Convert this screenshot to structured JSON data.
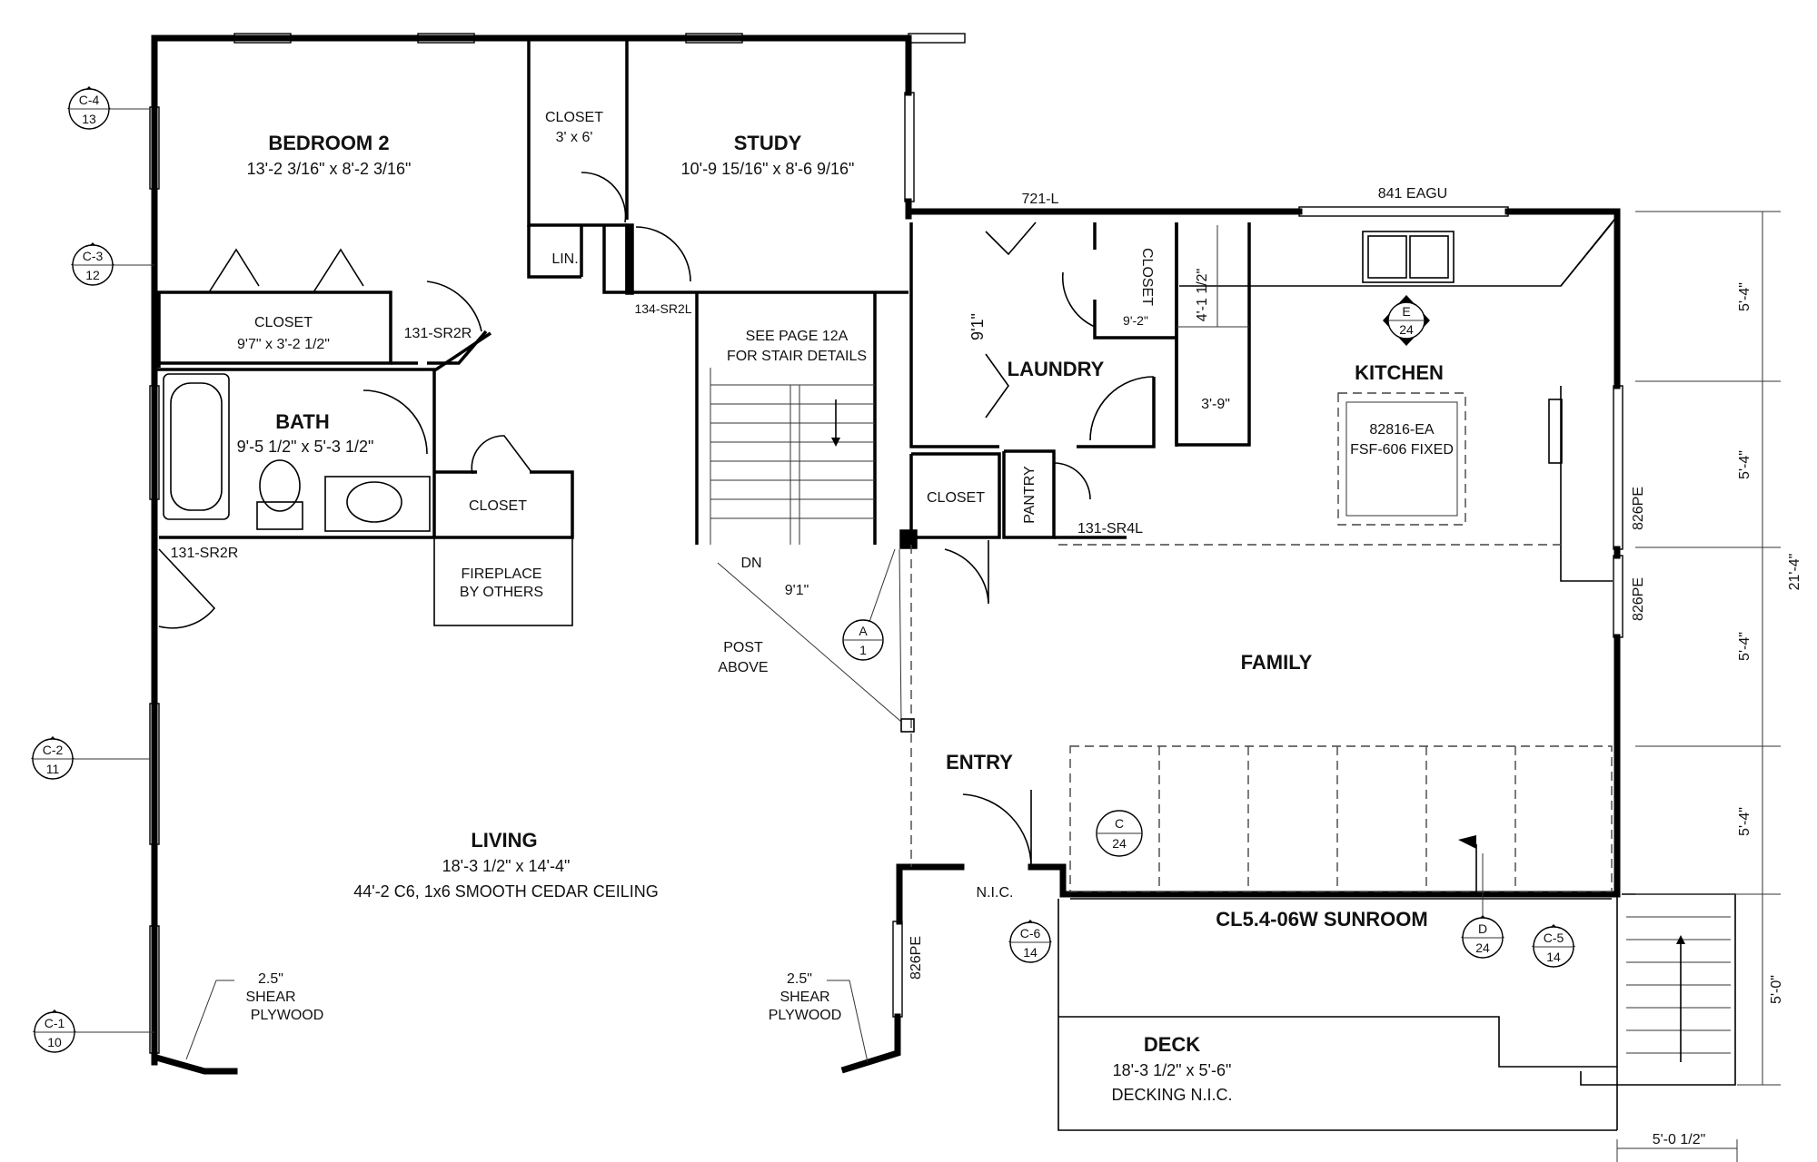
{
  "rooms": {
    "bedroom2": {
      "name": "BEDROOM 2",
      "dim": "13'-2 3/16\" x 8'-2 3/16\""
    },
    "study": {
      "name": "STUDY",
      "dim": "10'-9 15/16\" x 8'-6 9/16\""
    },
    "closet_top": {
      "name": "CLOSET",
      "dim": "3' x 6'"
    },
    "linen": {
      "name": "LIN."
    },
    "closet_bed": {
      "name": "CLOSET",
      "dim": "9'7\" x 3'-2 1/2\""
    },
    "bath": {
      "name": "BATH",
      "dim": "9'-5 1/2\" x 5'-3 1/2\""
    },
    "closet_bath": {
      "name": "CLOSET"
    },
    "fireplace": {
      "line1": "FIREPLACE",
      "line2": "BY OTHERS"
    },
    "stair_note": {
      "line1": "SEE PAGE 12A",
      "line2": "FOR STAIR DETAILS"
    },
    "laundry": {
      "name": "LAUNDRY",
      "dim": "9'1\""
    },
    "closet_laundry": {
      "name": "CLOSET",
      "dim": "9'-2\""
    },
    "closet_entry": {
      "name": "CLOSET"
    },
    "pantry": {
      "name": "PANTRY"
    },
    "kitchen": {
      "name": "KITCHEN"
    },
    "island": {
      "line1": "82816-EA",
      "line2": "FSF-606 FIXED"
    },
    "family": {
      "name": "FAMILY"
    },
    "entry": {
      "name": "ENTRY"
    },
    "living": {
      "name": "LIVING",
      "dim": "18'-3 1/2\" x 14'-4\"",
      "note": "44'-2 C6, 1x6 SMOOTH CEDAR CEILING"
    },
    "sunroom": {
      "name": "CL5.4-06W SUNROOM"
    },
    "deck": {
      "name": "DECK",
      "dim": "18'-3 1/2\" x 5'-6\"",
      "note": "DECKING N.I.C."
    }
  },
  "labels": {
    "l721": "721-L",
    "eagu": "841 EAGU",
    "sr2r_a": "131-SR2R",
    "sr2r_b": "131-SR2R",
    "sr2l": "134-SR2L",
    "sr4l": "131-SR4L",
    "dn": "DN",
    "stair_dim": "9'1\"",
    "post1": "POST",
    "post2": "ABOVE",
    "shear1_a": "2.5\"",
    "shear1_b": "SHEAR",
    "shear1_c": "PLYWOOD",
    "shear2_a": "2.5\"",
    "shear2_b": "SHEAR",
    "shear2_c": "PLYWOOD",
    "pe_entry": "826PE",
    "pe_right1": "826PE",
    "pe_right2": "826PE",
    "nic": "N.I.C.",
    "dim_41": "4'-1 1/2\"",
    "dim_39": "3'-9\"",
    "dim_a": "5'-4\"",
    "dim_b": "5'-4\"",
    "dim_c": "5'-4\"",
    "dim_d": "5'-4\"",
    "dim_total": "21'-4\"",
    "dim_e": "5'-0\"",
    "dim_f": "5'-0 1/2\""
  },
  "tags": [
    {
      "top": "C-4",
      "bottom": "13"
    },
    {
      "top": "C-3",
      "bottom": "12"
    },
    {
      "top": "C-2",
      "bottom": "11"
    },
    {
      "top": "C-1",
      "bottom": "10"
    },
    {
      "top": "A",
      "bottom": "1"
    },
    {
      "top": "E",
      "bottom": "24"
    },
    {
      "top": "C",
      "bottom": "24"
    },
    {
      "top": "C-6",
      "bottom": "14"
    },
    {
      "top": "D",
      "bottom": "24"
    },
    {
      "top": "C-5",
      "bottom": "14"
    }
  ]
}
